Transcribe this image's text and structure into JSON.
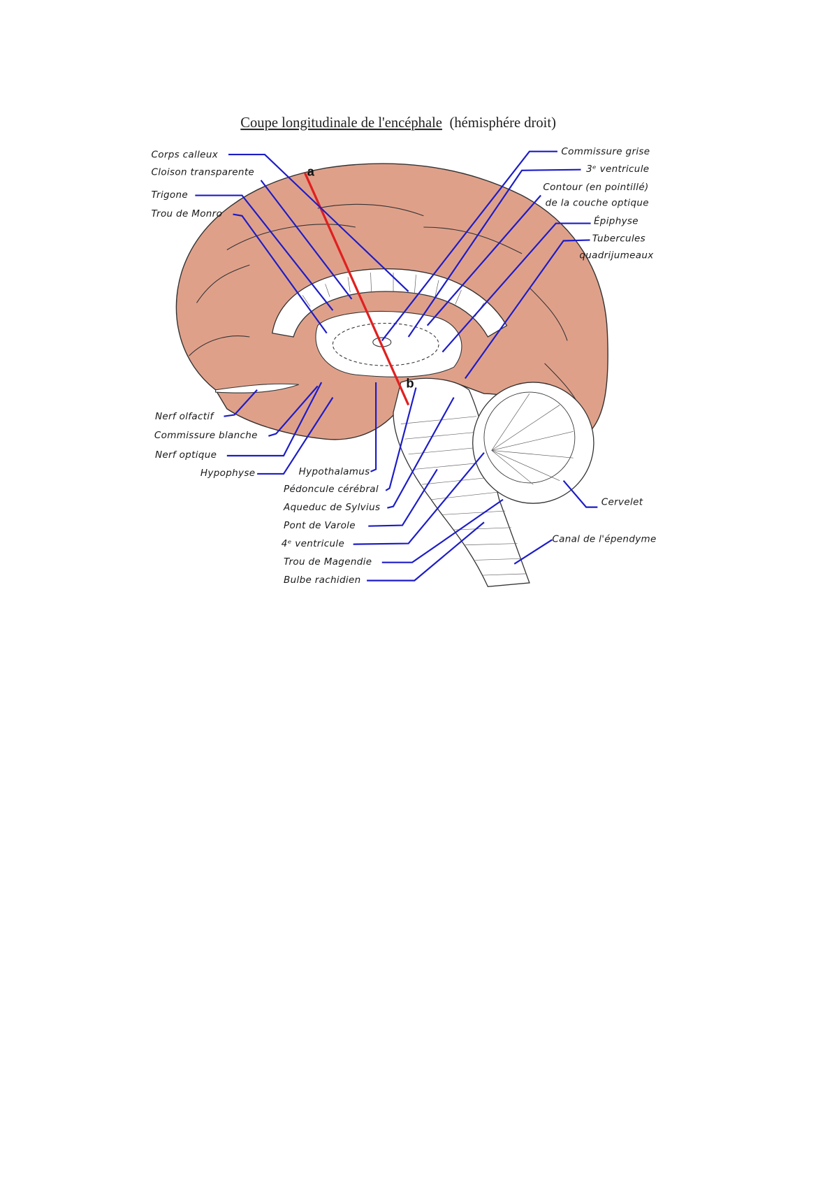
{
  "title": {
    "main": "Coupe longitudinale de l'encéphale",
    "suffix": "(hémisphére droit)"
  },
  "markers": {
    "a": "a",
    "b": "b"
  },
  "colors": {
    "brain": "#dfa08a",
    "leader_lines": "#1c1cc8",
    "cut_line": "#e02020"
  },
  "labels": {
    "corps_calleux": "Corps calleux",
    "cloison_transparente": "Cloison transparente",
    "trigone": "Trigone",
    "trou_de_monro": "Trou de Monro",
    "commissure_grise": "Commissure grise",
    "troisieme_ventricule": "3ᵉ ventricule",
    "contour_1": "Contour (en pointillé)",
    "contour_2": "de la couche optique",
    "epiphyse": "Épiphyse",
    "tubercules_1": "Tubercules",
    "tubercules_2": "quadrijumeaux",
    "nerf_olfactif": "Nerf olfactif",
    "commissure_blanche": "Commissure blanche",
    "nerf_optique": "Nerf optique",
    "hypophyse": "Hypophyse",
    "hypothalamus": "Hypothalamus",
    "pedoncule_cerebral": "Pédoncule cérébral",
    "aqueduc_de_sylvius": "Aqueduc de Sylvius",
    "pont_de_varole": "Pont de Varole",
    "quatrieme_ventricule": "4ᵉ ventricule",
    "trou_de_magendie": "Trou de Magendie",
    "bulbe_rachidien": "Bulbe rachidien",
    "cervelet": "Cervelet",
    "canal_de_l_ependyme": "Canal de l'épendyme"
  }
}
